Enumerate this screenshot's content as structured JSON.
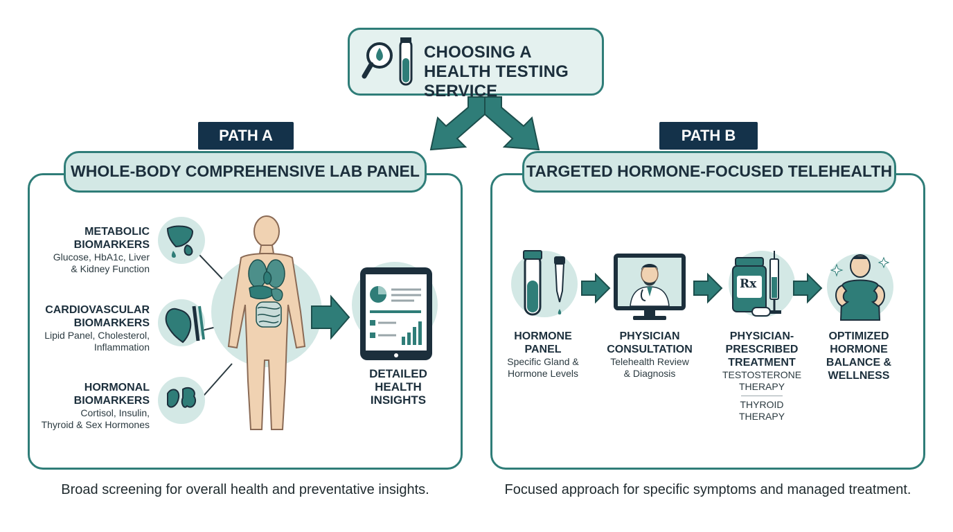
{
  "title": "CHOOSING A HEALTH TESTING SERVICE",
  "path_a": {
    "tag": "PATH A",
    "heading": "WHOLE-BODY COMPREHENSIVE LAB PANEL",
    "biomarkers": [
      {
        "title_line1": "METABOLIC",
        "title_line2": "BIOMARKERS",
        "detail_line1": "Glucose, HbA1c, Liver",
        "detail_line2": "& Kidney Function"
      },
      {
        "title_line1": "CARDIOVASCULAR",
        "title_line2": "BIOMARKERS",
        "detail_line1": "Lipid Panel, Cholesterol,",
        "detail_line2": "Inflammation"
      },
      {
        "title_line1": "HORMONAL",
        "title_line2": "BIOMARKERS",
        "detail_line1": "Cortisol, Insulin,",
        "detail_line2": "Thyroid & Sex Hormones"
      }
    ],
    "result_line1": "DETAILED",
    "result_line2": "HEALTH",
    "result_line3": "INSIGHTS",
    "caption": "Broad screening for overall health and preventative insights."
  },
  "path_b": {
    "tag": "PATH B",
    "heading": "TARGETED HORMONE-FOCUSED TELEHEALTH",
    "steps": [
      {
        "title_line1": "HORMONE",
        "title_line2": "PANEL",
        "detail_line1": "Specific Gland &",
        "detail_line2": "Hormone Levels"
      },
      {
        "title_line1": "PHYSICIAN",
        "title_line2": "CONSULTATION",
        "detail_line1": "Telehealth Review",
        "detail_line2": "& Diagnosis"
      },
      {
        "title_line1": "PHYSICIAN-",
        "title_line2": "PRESCRIBED",
        "title_line3": "TREATMENT",
        "option1_line1": "TESTOSTERONE",
        "option1_line2": "THERAPY",
        "option2_line1": "THYROID",
        "option2_line2": "THERAPY"
      },
      {
        "title_line1": "OPTIMIZED",
        "title_line2": "HORMONE",
        "title_line3": "BALANCE &",
        "title_line4": "WELLNESS"
      }
    ],
    "rx_label": "Rx",
    "caption": "Focused approach for specific symptoms and managed treatment."
  },
  "colors": {
    "teal": "#2f7d78",
    "teal_light": "#d3e8e5",
    "navy": "#14324a",
    "skin": "#f0d2b2"
  }
}
